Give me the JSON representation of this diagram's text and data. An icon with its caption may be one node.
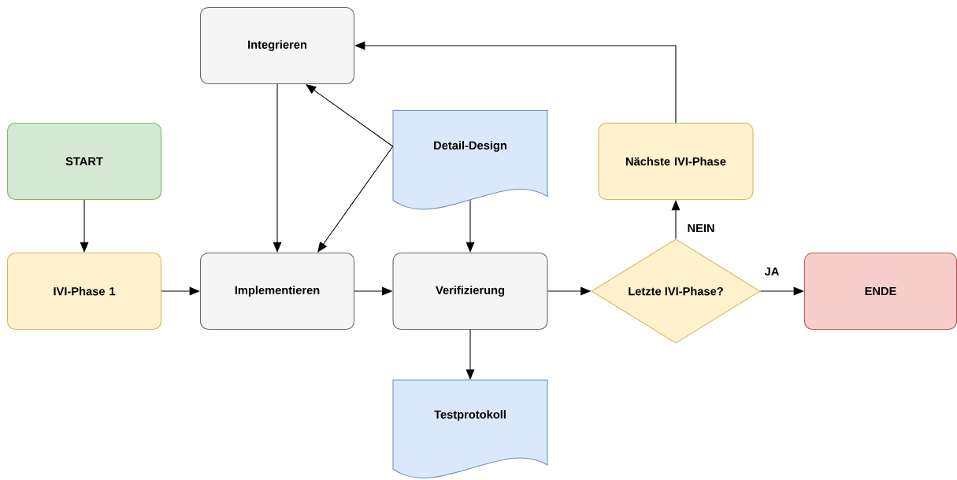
{
  "diagram": {
    "nodes": [
      {
        "text": [
          "Integrieren"
        ]
      },
      {
        "text": [
          "START"
        ]
      },
      {
        "text": [
          "Detail-Design"
        ]
      },
      {
        "text": [
          "Nächste IVI-Phase"
        ]
      },
      {
        "text": [
          "IVI-Phase 1"
        ]
      },
      {
        "text": [
          "Implementieren"
        ]
      },
      {
        "text": [
          "Verifizierung"
        ]
      },
      {
        "text": [
          "Letzte IVI-Phase?"
        ]
      },
      {
        "text": [
          "ENDE"
        ]
      },
      {
        "text": [
          "Testprotokoll"
        ]
      }
    ],
    "edges": [
      {
        "from": 1,
        "to": 4,
        "arrow": "to"
      },
      {
        "from": 4,
        "to": 5,
        "arrow": "to"
      },
      {
        "from": 0,
        "to": 5,
        "arrow": "to"
      },
      {
        "from": 2,
        "to": 0,
        "arrow": "to"
      },
      {
        "from": 2,
        "to": 5,
        "arrow": "to"
      },
      {
        "from": 2,
        "to": 6,
        "arrow": "to"
      },
      {
        "from": 5,
        "to": 6,
        "arrow": "to"
      },
      {
        "from": 6,
        "to": 7,
        "arrow": "to"
      },
      {
        "from": 6,
        "to": 9,
        "arrow": "to"
      },
      {
        "from": 7,
        "to": 3,
        "arrow": "to",
        "label": "NEIN"
      },
      {
        "from": 7,
        "to": 8,
        "arrow": "to",
        "label": "JA"
      },
      {
        "from": 3,
        "to": 0,
        "arrow": "to"
      }
    ]
  }
}
